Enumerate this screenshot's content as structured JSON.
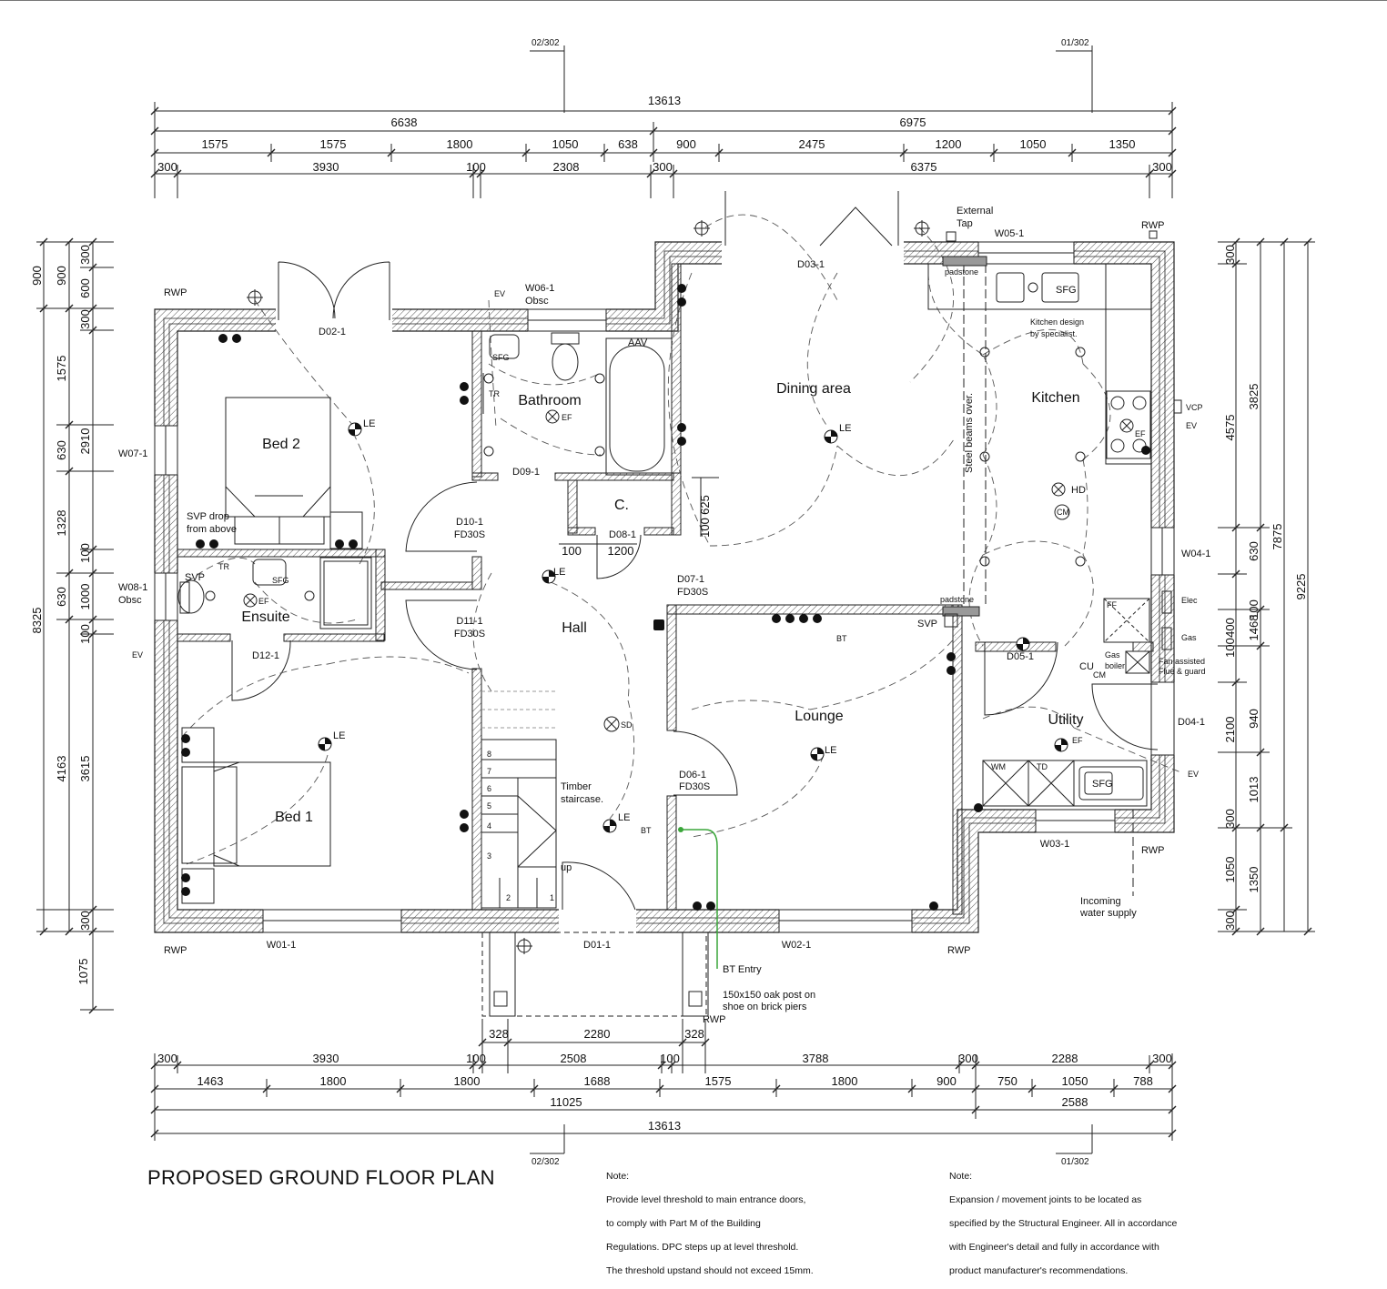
{
  "title": "PROPOSED GROUND FLOOR PLAN",
  "notes": [
    {
      "heading": "Note:",
      "lines": [
        "Provide level threshold to main entrance doors,",
        "to comply with Part M of the Building",
        "Regulations. DPC steps up at level threshold.",
        "The threshold upstand should not exceed 15mm."
      ]
    },
    {
      "heading": "Note:",
      "lines": [
        "Expansion / movement joints to be located as",
        "specified by the Structural Engineer. All in accordance",
        "with Engineer's detail and fully in accordance with",
        "product manufacturer's recommendations."
      ]
    }
  ],
  "section_refs": {
    "left": "02/302",
    "right": "01/302"
  },
  "rooms": {
    "bed2": "Bed 2",
    "bed1": "Bed 1",
    "ensuite": "Ensuite",
    "bathroom": "Bathroom",
    "cupboard": "C.",
    "hall": "Hall",
    "dining": "Dining area",
    "kitchen": "Kitchen",
    "lounge": "Lounge",
    "utility": "Utility"
  },
  "top_dims": {
    "overall": "13613",
    "halves": [
      "6638",
      "6975"
    ],
    "row2": [
      "1575",
      "1575",
      "1800",
      "1050",
      "638",
      "900",
      "2475",
      "1200",
      "1050",
      "1350"
    ],
    "row3": [
      "300",
      "3930",
      "100",
      "2308",
      "300",
      "6375",
      "300"
    ]
  },
  "bottom_dims": {
    "porch": [
      "328",
      "2280",
      "328"
    ],
    "row1": [
      "300",
      "3930",
      "100",
      "2508",
      "100",
      "3788",
      "300",
      "2288",
      "300"
    ],
    "row2": [
      "1463",
      "1800",
      "1800",
      "1688",
      "1575",
      "1800",
      "900",
      "750",
      "1050",
      "788"
    ],
    "row3": [
      "11025",
      "2588"
    ],
    "overall": "13613"
  },
  "left_dims": {
    "col1": [
      "900",
      "8325",
      "1075"
    ],
    "col2": [
      "900",
      "1575",
      "630",
      "1328",
      "630",
      "4163"
    ],
    "col3": [
      "300",
      "600",
      "300",
      "2910",
      "100",
      "1000",
      "100",
      "3615",
      "300"
    ]
  },
  "right_dims": {
    "col1": [
      "300",
      "3825",
      "630",
      "1468",
      "2100",
      "1013",
      "300",
      "1050",
      "300"
    ],
    "col2": [
      "4575",
      "400",
      "100",
      "100",
      "940",
      "1350"
    ],
    "col3": [
      "7875"
    ],
    "col4": [
      "9225"
    ]
  },
  "doors": [
    "D02-1",
    "D03-1",
    "D09-1",
    "D10-1",
    "FD30S",
    "D11-1",
    "FD30S",
    "D12-1",
    "D08-1",
    "D07-1",
    "FD30S",
    "D06-1",
    "FD30S",
    "D01-1",
    "D05-1",
    "D04-1"
  ],
  "windows": [
    "W06-1",
    "Obsc",
    "W05-1",
    "W07-1",
    "W08-1",
    "Obsc",
    "W04-1",
    "W01-1",
    "W02-1",
    "W03-1"
  ],
  "annotations": {
    "rwp": "RWP",
    "external_tap": [
      "External",
      "Tap"
    ],
    "padstone": "padstone",
    "sfg": "SFG",
    "kitchen_design": [
      "Kitchen design",
      "by specialist."
    ],
    "vcp": "VCP",
    "ev": "EV",
    "ef": "EF",
    "hd": "HD",
    "cm": "CM",
    "steel_beams": "Steel beams over.",
    "le": "LE",
    "sd": "SD",
    "bt": "BT",
    "svp": "SVP",
    "svp_drop": [
      "SVP drop",
      "from above"
    ],
    "tr": "TR",
    "aav": "AAV",
    "elec": "Elec",
    "gas": "Gas",
    "ff": "FF",
    "gas_boiler": [
      "Gas",
      "boiler"
    ],
    "cu": "CU",
    "fan_flue": [
      "Fan assisted",
      "Flue & guard"
    ],
    "wm": "WM",
    "td": "TD",
    "timber_staircase": [
      "Timber",
      "staircase."
    ],
    "up": "up",
    "bt_entry": "BT Entry",
    "oak_post": [
      "150x150 oak post on",
      "shoe on brick piers"
    ],
    "incoming_water": [
      "Incoming",
      "water supply"
    ],
    "internal_100": "100",
    "internal_1200": "1200",
    "internal_625": "625",
    "internal_100b": "100",
    "stair_steps": [
      "1",
      "2",
      "3",
      "4",
      "5",
      "6",
      "7",
      "8"
    ]
  }
}
